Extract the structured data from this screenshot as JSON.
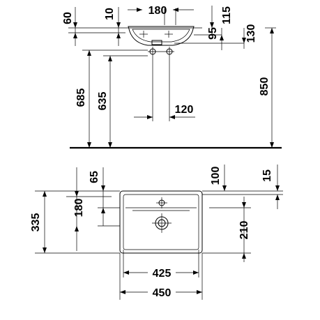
{
  "side_view": {
    "basin_top_height": "60",
    "basin_wall": "10",
    "basin_depth": "180",
    "waste_to_wall": "115",
    "overflow_drop": "95",
    "waste_drop": "130",
    "trap_height": "685",
    "tap_height": "635",
    "waste_offset": "120",
    "rim_height": "850"
  },
  "plan_view": {
    "rear_offset": "65",
    "tap_offset": "100",
    "rim_offset": "15",
    "bowl_front": "180",
    "total_depth": "335",
    "waste_center": "210",
    "inner_width": "425",
    "total_width": "450"
  }
}
